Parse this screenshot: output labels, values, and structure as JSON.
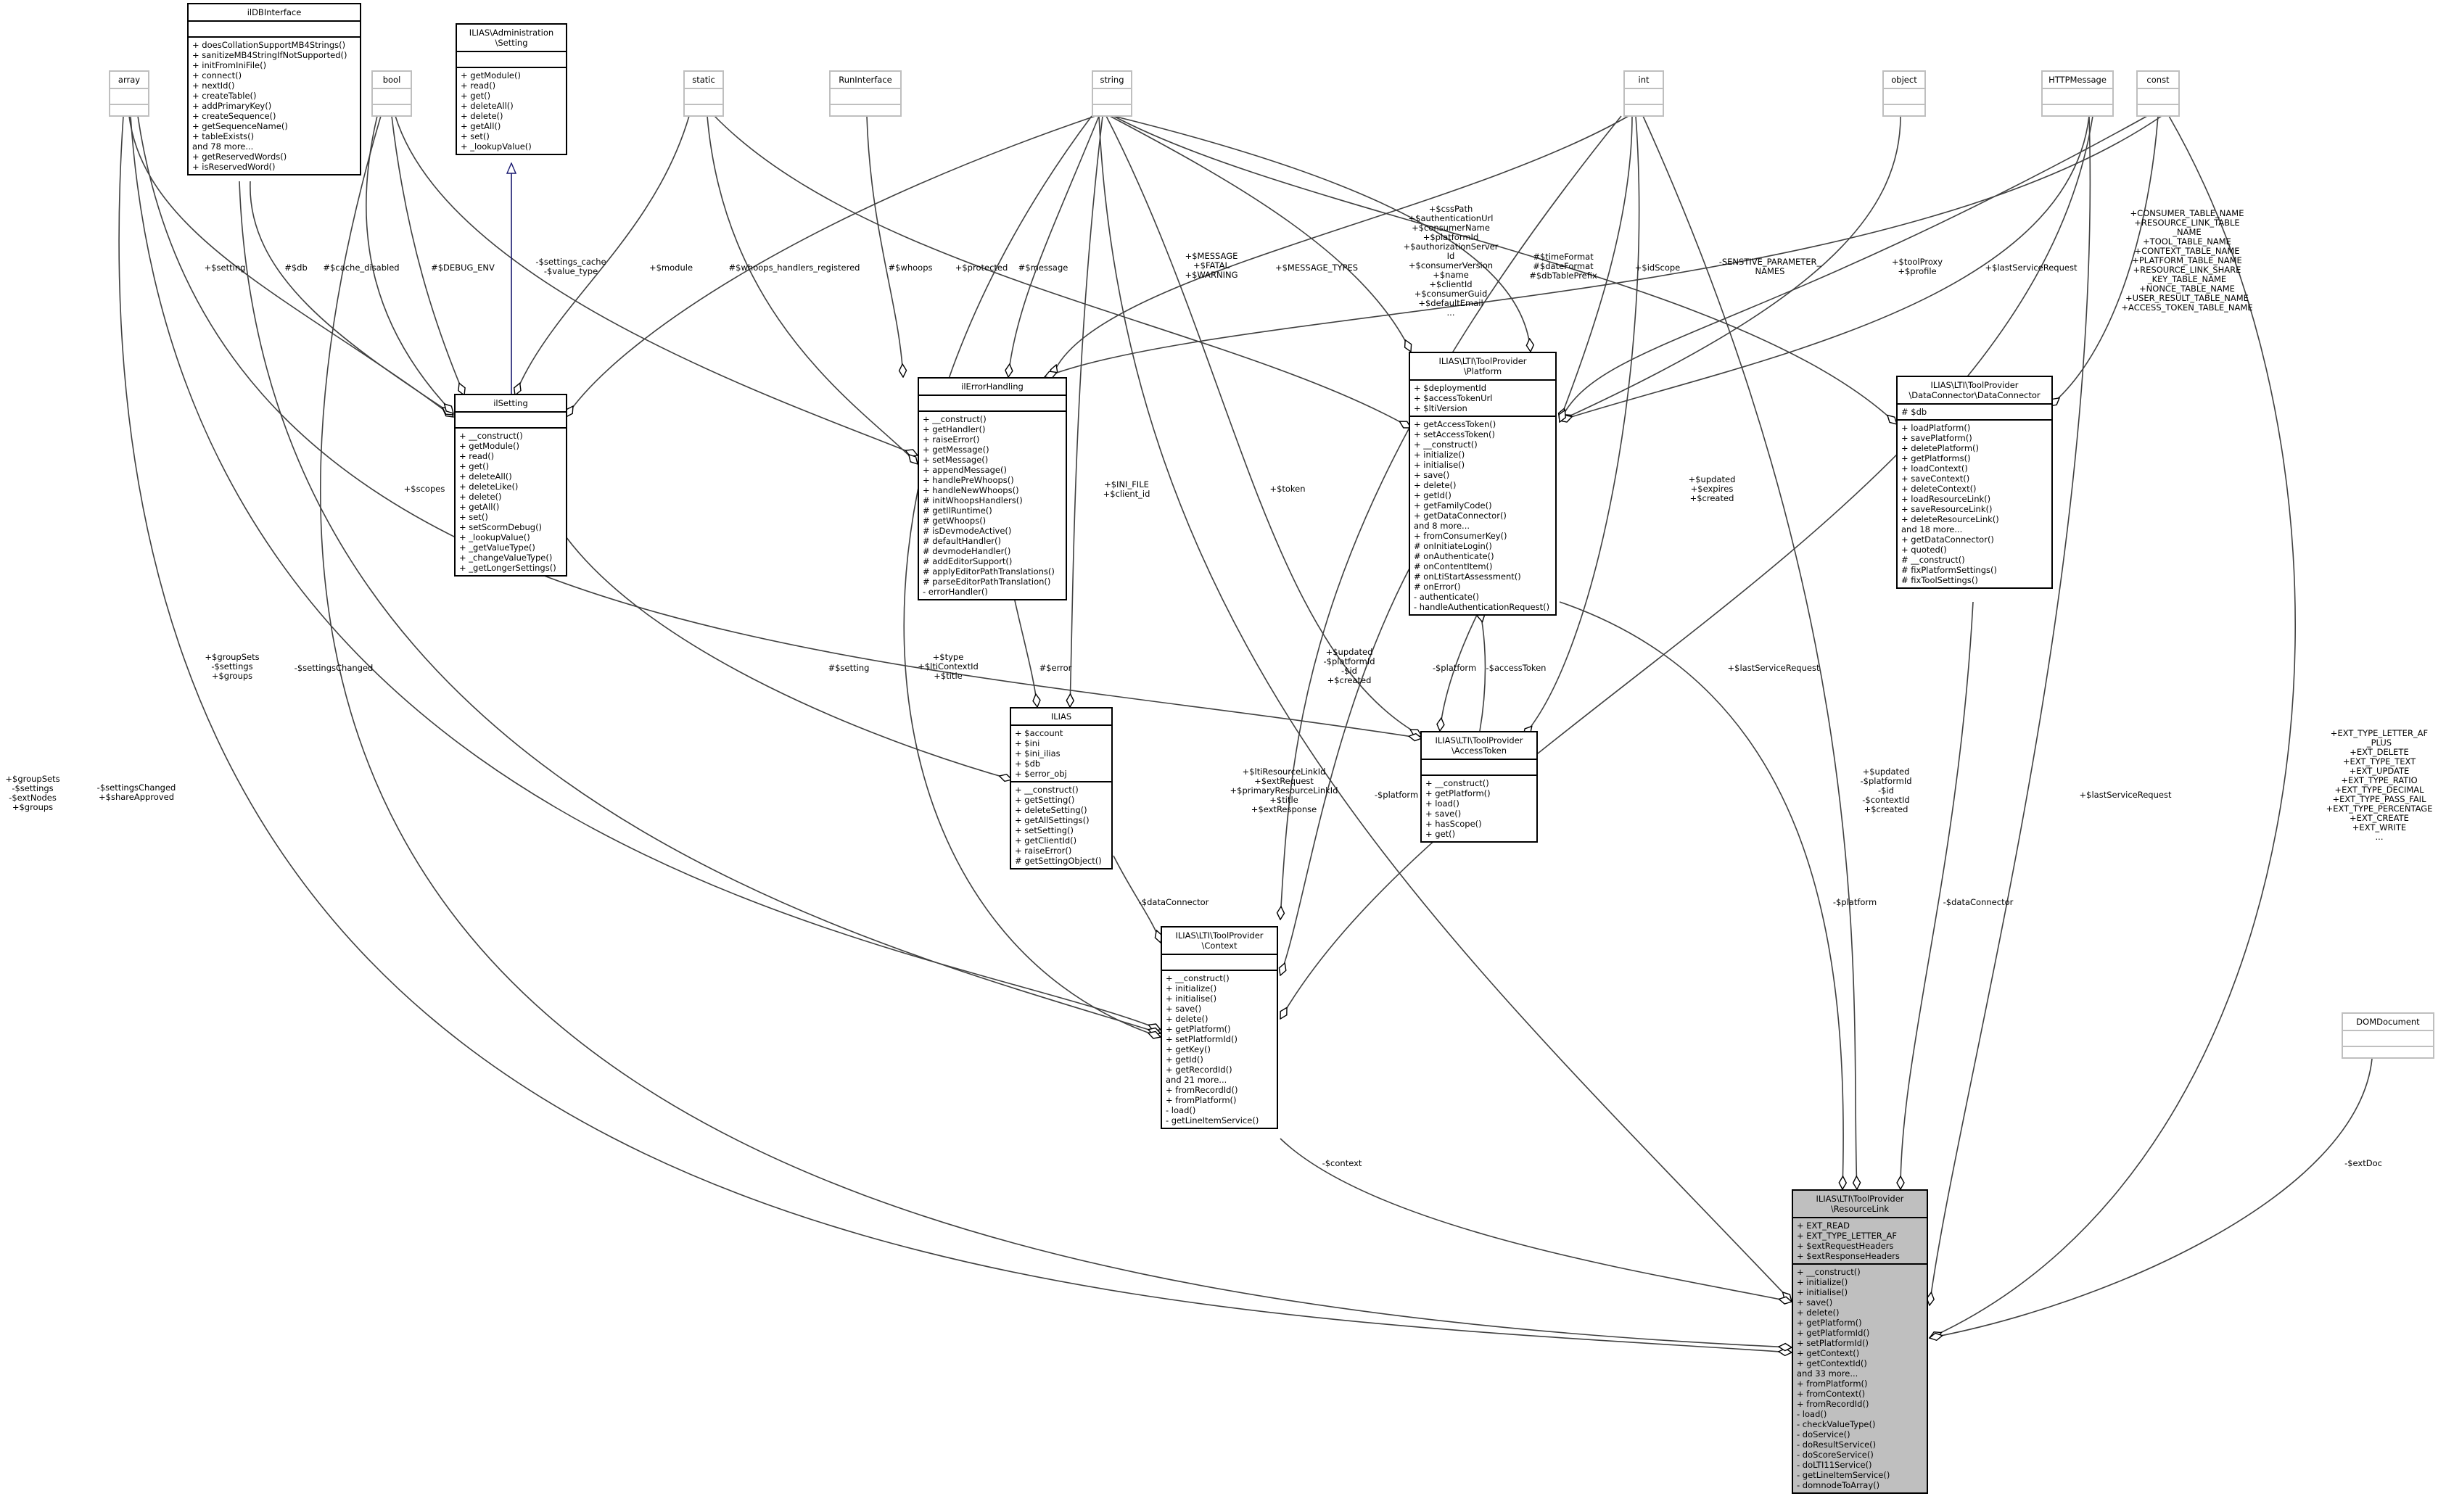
{
  "classes": {
    "array": {
      "title": "array",
      "attrs": [],
      "ops": []
    },
    "ildbinterface": {
      "title": "ilDBInterface",
      "attrs": [],
      "ops": [
        "+ doesCollationSupportMB4Strings()",
        "+ sanitizeMB4StringIfNotSupported()",
        "+ initFromIniFile()",
        "+ connect()",
        "+ nextId()",
        "+ createTable()",
        "+ addPrimaryKey()",
        "+ createSequence()",
        "+ getSequenceName()",
        "+ tableExists()",
        "and 78 more...",
        "+ getReservedWords()",
        "+ isReservedWord()"
      ]
    },
    "bool": {
      "title": "bool",
      "attrs": [],
      "ops": []
    },
    "admin_setting": {
      "title": "ILIAS\\Administration\n\\Setting",
      "attrs": [],
      "ops": [
        "+ getModule()",
        "+ read()",
        "+ get()",
        "+ deleteAll()",
        "+ delete()",
        "+ getAll()",
        "+ set()",
        "+ _lookupValue()"
      ]
    },
    "static": {
      "title": "static",
      "attrs": [],
      "ops": []
    },
    "runinterface": {
      "title": "RunInterface",
      "attrs": [],
      "ops": []
    },
    "string": {
      "title": "string",
      "attrs": [],
      "ops": []
    },
    "int": {
      "title": "int",
      "attrs": [],
      "ops": []
    },
    "object": {
      "title": "object",
      "attrs": [],
      "ops": []
    },
    "httpmessage": {
      "title": "HTTPMessage",
      "attrs": [],
      "ops": []
    },
    "const": {
      "title": "const",
      "attrs": [],
      "ops": []
    },
    "ilsetting": {
      "title": "ilSetting",
      "attrs": [],
      "ops": [
        "+ __construct()",
        "+ getModule()",
        "+ read()",
        "+ get()",
        "+ deleteAll()",
        "+ deleteLike()",
        "+ delete()",
        "+ getAll()",
        "+ set()",
        "+ setScormDebug()",
        "+ _lookupValue()",
        "+ _getValueType()",
        "+ _changeValueType()",
        "+ _getLongerSettings()"
      ]
    },
    "ilerrorhandling": {
      "title": "ilErrorHandling",
      "attrs": [],
      "ops": [
        "+ __construct()",
        "+ getHandler()",
        "+ raiseError()",
        "+ getMessage()",
        "+ setMessage()",
        "+ appendMessage()",
        "+ handlePreWhoops()",
        "+ handleNewWhoops()",
        "# initWhoopsHandlers()",
        "# getIlRuntime()",
        "# getWhoops()",
        "# isDevmodeActive()",
        "# defaultHandler()",
        "# devmodeHandler()",
        "# addEditorSupport()",
        "# applyEditorPathTranslations()",
        "# parseEditorPathTranslation()",
        "- errorHandler()"
      ]
    },
    "platform": {
      "title": "ILIAS\\LTI\\ToolProvider\n\\Platform",
      "attrs": [
        "+ $deploymentId",
        "+ $accessTokenUrl",
        "+ $ltiVersion"
      ],
      "ops": [
        "+ getAccessToken()",
        "+ setAccessToken()",
        "+ __construct()",
        "+ initialize()",
        "+ initialise()",
        "+ save()",
        "+ delete()",
        "+ getId()",
        "+ getFamilyCode()",
        "+ getDataConnector()",
        "and 8 more...",
        "+ fromConsumerKey()",
        "# onInitiateLogin()",
        "# onAuthenticate()",
        "# onContentItem()",
        "# onLtiStartAssessment()",
        "# onError()",
        "- authenticate()",
        "- handleAuthenticationRequest()"
      ]
    },
    "dataconnector": {
      "title": "ILIAS\\LTI\\ToolProvider\n\\DataConnector\\DataConnector",
      "attrs": [
        "# $db"
      ],
      "ops": [
        "+ loadPlatform()",
        "+ savePlatform()",
        "+ deletePlatform()",
        "+ getPlatforms()",
        "+ loadContext()",
        "+ saveContext()",
        "+ deleteContext()",
        "+ loadResourceLink()",
        "+ saveResourceLink()",
        "+ deleteResourceLink()",
        "and 18 more...",
        "+ getDataConnector()",
        "+ quoted()",
        "# __construct()",
        "# fixPlatformSettings()",
        "# fixToolSettings()"
      ]
    },
    "ilias": {
      "title": "ILIAS",
      "attrs": [
        "+ $account",
        "+ $ini",
        "+ $ini_ilias",
        "+ $db",
        "+ $error_obj"
      ],
      "ops": [
        "+ __construct()",
        "+ getSetting()",
        "+ deleteSetting()",
        "+ getAllSettings()",
        "+ setSetting()",
        "+ getClientId()",
        "+ raiseError()",
        "# getSettingObject()"
      ]
    },
    "accesstoken": {
      "title": "ILIAS\\LTI\\ToolProvider\n\\AccessToken",
      "attrs": [],
      "ops": [
        "+ __construct()",
        "+ getPlatform()",
        "+ load()",
        "+ save()",
        "+ hasScope()",
        "+ get()"
      ]
    },
    "context": {
      "title": "ILIAS\\LTI\\ToolProvider\n\\Context",
      "attrs": [],
      "ops": [
        "+ __construct()",
        "+ initialize()",
        "+ initialise()",
        "+ save()",
        "+ delete()",
        "+ getPlatform()",
        "+ setPlatformId()",
        "+ getKey()",
        "+ getId()",
        "+ getRecordId()",
        "and 21 more...",
        "+ fromRecordId()",
        "+ fromPlatform()",
        "- load()",
        "- getLineItemService()"
      ]
    },
    "domdocument": {
      "title": "DOMDocument",
      "attrs": [],
      "ops": []
    },
    "resourcelink": {
      "title": "ILIAS\\LTI\\ToolProvider\n\\ResourceLink",
      "attrs": [
        "+ EXT_READ",
        "+ EXT_TYPE_LETTER_AF",
        "+ $extRequestHeaders",
        "+ $extResponseHeaders"
      ],
      "ops": [
        "+ __construct()",
        "+ initialize()",
        "+ initialise()",
        "+ save()",
        "+ delete()",
        "+ getPlatform()",
        "+ getPlatformId()",
        "+ setPlatformId()",
        "+ getContext()",
        "+ getContextId()",
        "and 33 more...",
        "+ fromPlatform()",
        "+ fromContext()",
        "+ fromRecordId()",
        "- load()",
        "- checkValueType()",
        "- doService()",
        "- doResultService()",
        "- doScoreService()",
        "- doLTI11Service()",
        "- getLineItemService()",
        "- domnodeToArray()"
      ]
    }
  },
  "edge_labels": {
    "setting": "+$setting",
    "db": "#$db",
    "cache_disabled": "#$cache_disabled",
    "debug_env": "#$DEBUG_ENV",
    "settings_cache": "-$settings_cache\n-$value_type",
    "module": "+$module",
    "whoops_handlers": "#$whoops_handlers_registered",
    "whoops": "#$whoops",
    "protected": "+$protected",
    "message": "#$message",
    "message_fatal": "+$MESSAGE\n+$FATAL\n+$WARNING",
    "message_types": "+$MESSAGE_TYPES",
    "platform_strings": "+$cssPath\n+$authenticationUrl\n+$consumerName\n+$platformId\n+$authorizationServer\nId\n+$consumerVersion\n+$name\n+$clientId\n+$consumerGuid\n+$defaultEmail\n...",
    "time_format": "#$timeFormat\n#$dateFormat\n#$dbTablePrefix",
    "id_scope": "+$idScope",
    "sensitive": "-SENSTIVE_PARAMETER_\nNAMES",
    "tool_proxy": "+$toolProxy\n+$profile",
    "last_service_request_top": "+$lastServiceRequest",
    "const_names": "+CONSUMER_TABLE_NAME\n+RESOURCE_LINK_TABLE\n_NAME\n+TOOL_TABLE_NAME\n+CONTEXT_TABLE_NAME\n+PLATFORM_TABLE_NAME\n+RESOURCE_LINK_SHARE\n_KEY_TABLE_NAME\n+NONCE_TABLE_NAME\n+USER_RESULT_TABLE_NAME\n+ACCESS_TOKEN_TABLE_NAME",
    "scopes": "+$scopes",
    "ini_file": "+$INI_FILE\n+$client_id",
    "token": "+$token",
    "updated_expires": "+$updated\n+$expires\n+$created",
    "group_sets_left": "+$groupSets\n-$settings\n-$extNodes\n+$groups",
    "settings_changed_left": "-$settingsChanged\n+$shareApproved",
    "group_sets_mid": "+$groupSets\n-$settings\n+$groups",
    "settings_changed_mid": "-$settingsChanged",
    "setting_hash": "#$setting",
    "type_title": "+$type\n+$ltiContextId\n+$title",
    "error": "#$error",
    "platform_ctx_int": "+$updated\n-$platformId\n-$id\n+$created",
    "platform_ctx": "-$platform",
    "access_platform": "-$platform",
    "access_token": "-$accessToken",
    "last_service_request_mid": "+$lastServiceRequest",
    "rl_strings": "+$ltiResourceLinkId\n+$extRequest\n+$primaryResourceLinkId\n+$title\n+$extResponse",
    "data_connector_ctx": "-$dataConnector",
    "rl_int": "+$updated\n-$platformId\n-$id\n-$contextId\n+$created",
    "rl_platform": "-$platform",
    "rl_dataconnector": "-$dataConnector",
    "rl_last_service": "+$lastServiceRequest",
    "rl_const": "+EXT_TYPE_LETTER_AF\n_PLUS\n+EXT_DELETE\n+EXT_TYPE_TEXT\n+EXT_UPDATE\n+EXT_TYPE_RATIO\n+EXT_TYPE_DECIMAL\n+EXT_TYPE_PASS_FAIL\n+EXT_TYPE_PERCENTAGE\n+EXT_CREATE\n+EXT_WRITE\n...",
    "context": "-$context",
    "ext_doc": "-$extDoc"
  }
}
